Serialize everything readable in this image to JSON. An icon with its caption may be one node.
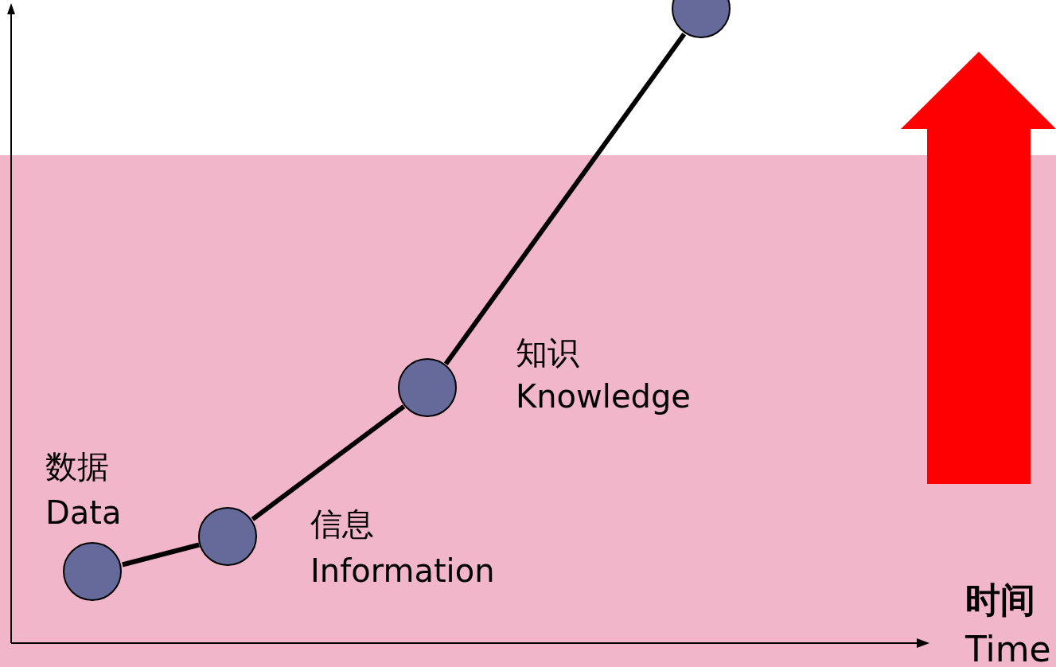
{
  "diagram": {
    "nodes": [
      {
        "text": [],
        "shape": "circle",
        "beside": [
          "数据",
          "Data"
        ]
      },
      {
        "text": [],
        "shape": "circle",
        "beside": [
          "信息",
          "Information"
        ]
      },
      {
        "text": [],
        "shape": "circle",
        "beside": [
          "知识",
          "Knowledge"
        ]
      },
      {
        "text": [],
        "shape": "circle"
      }
    ],
    "edges": [
      {
        "from": 0,
        "to": 1,
        "arrow": "none"
      },
      {
        "from": 1,
        "to": 2,
        "arrow": "none"
      },
      {
        "from": 2,
        "to": 3,
        "arrow": "none"
      }
    ],
    "labels": [
      "时间",
      "Time"
    ]
  }
}
